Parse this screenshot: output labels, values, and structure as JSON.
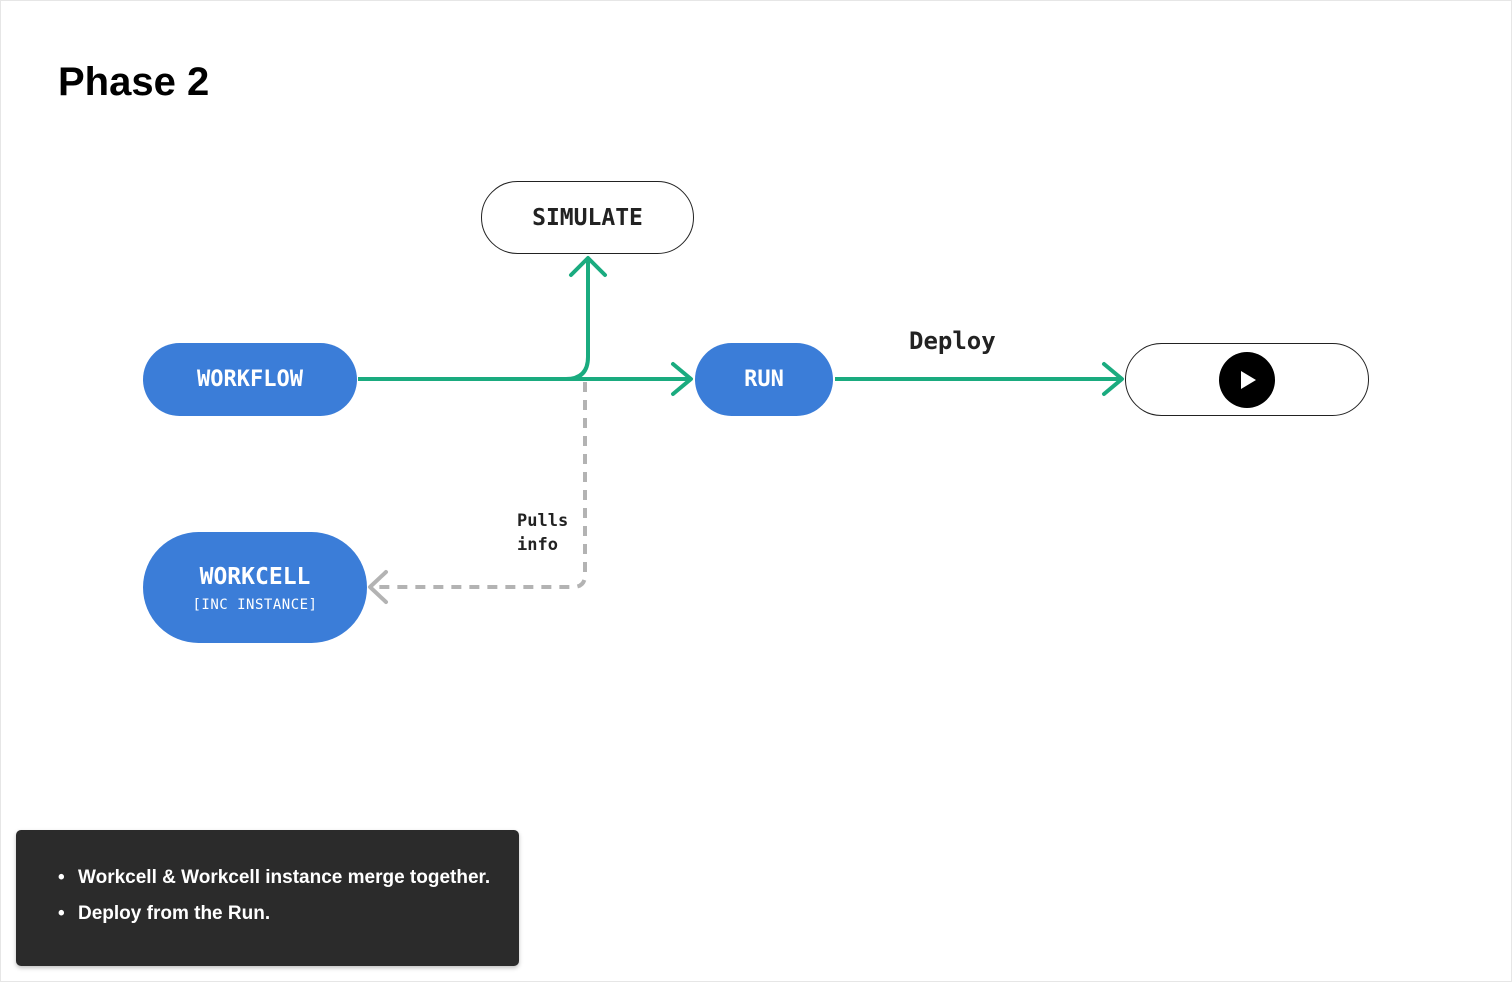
{
  "title": "Phase 2",
  "colors": {
    "node_blue": "#3b7dd8",
    "flow_green": "#1aab7f",
    "dashed_gray": "#b3b3b3",
    "note_bg": "#2b2b2b"
  },
  "nodes": {
    "workflow": "WORKFLOW",
    "run": "RUN",
    "simulate": "SIMULATE",
    "workcell": {
      "label": "WORKCELL",
      "sublabel": "[INC INSTANCE]"
    },
    "deploy_target": {
      "icon": "play-icon"
    }
  },
  "edges": {
    "deploy_label": "Deploy",
    "pulls_label": "Pulls\ninfo"
  },
  "notes": [
    "Workcell & Workcell instance merge together.",
    "Deploy from the Run."
  ]
}
